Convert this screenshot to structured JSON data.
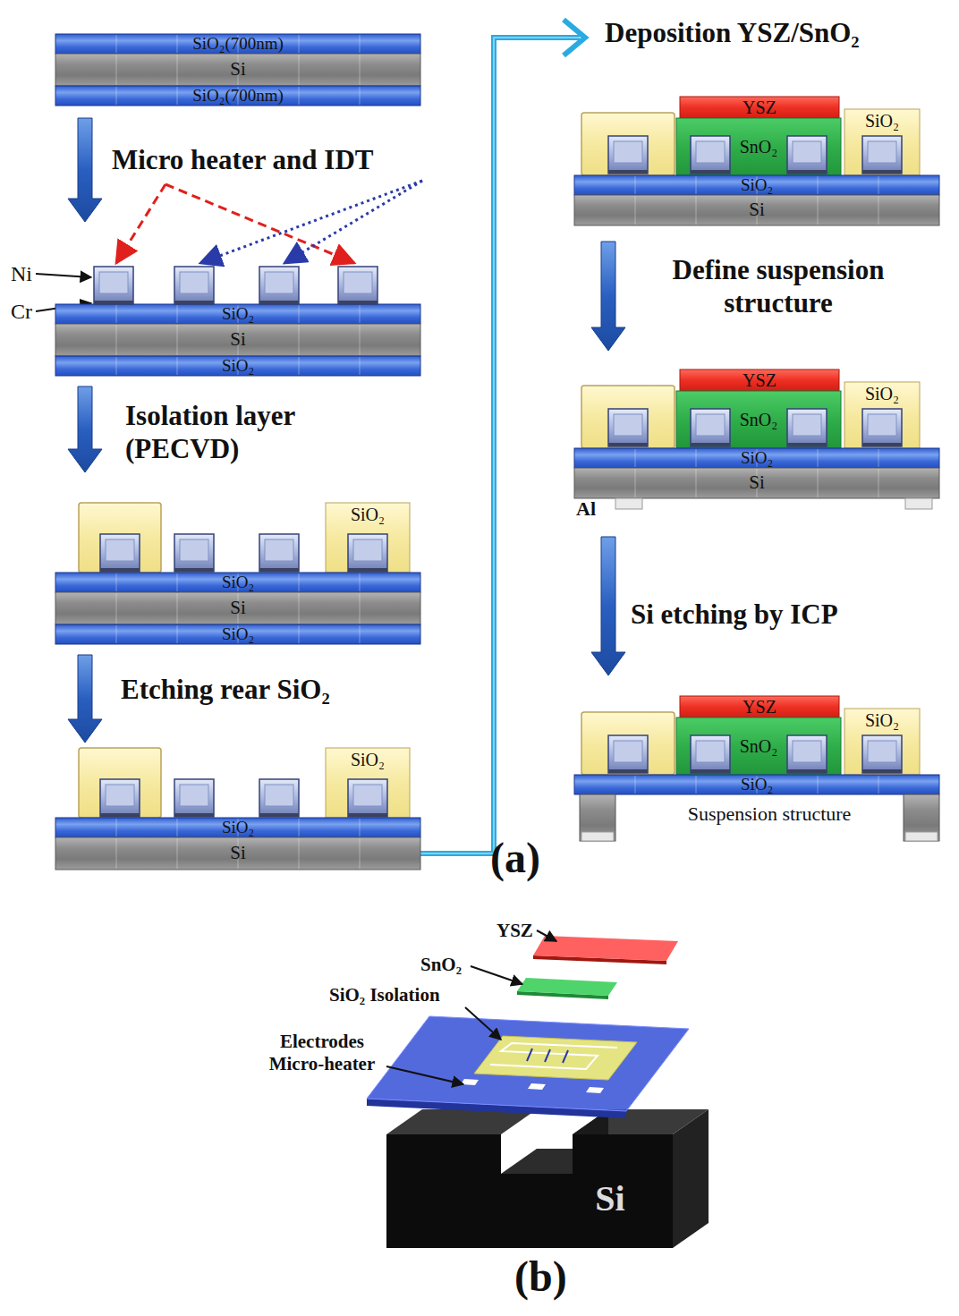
{
  "diagram": {
    "nodes": [
      {
        "text": [
          "SiO₂(700nm)"
        ]
      },
      {
        "text": [
          "Si"
        ]
      },
      {
        "text": [
          "SiO₂(700nm)"
        ]
      },
      {
        "text": [
          "SiO₂"
        ]
      },
      {
        "text": [
          "Si"
        ]
      },
      {
        "text": [
          "SiO₂"
        ]
      },
      {
        "text": [
          "SiO₂"
        ]
      },
      {
        "text": [
          "SiO₂"
        ]
      },
      {
        "text": [
          "Si"
        ]
      },
      {
        "text": [
          "SiO₂"
        ]
      },
      {
        "text": [
          "SiO₂"
        ]
      },
      {
        "text": [
          "SiO₂"
        ]
      },
      {
        "text": [
          "Si"
        ]
      },
      {
        "text": [
          "YSZ"
        ]
      },
      {
        "text": [
          "SiO₂"
        ]
      },
      {
        "text": [
          "SnO₂"
        ]
      },
      {
        "text": [
          "SiO₂"
        ]
      },
      {
        "text": [
          "Si"
        ]
      },
      {
        "text": [
          "YSZ"
        ]
      },
      {
        "text": [
          "SiO₂"
        ]
      },
      {
        "text": [
          "SnO₂"
        ]
      },
      {
        "text": [
          "SiO₂"
        ]
      },
      {
        "text": [
          "Si"
        ]
      },
      {
        "text": [
          "YSZ"
        ]
      },
      {
        "text": [
          "SiO₂"
        ]
      },
      {
        "text": [
          "SnO₂"
        ]
      },
      {
        "text": [
          "SiO₂"
        ]
      },
      {
        "text": [
          "Si"
        ]
      }
    ],
    "labels": [
      "Micro heater and IDT",
      "Ni",
      "Cr",
      "Isolation layer (PECVD)",
      "Etching rear SiO₂",
      "Deposition YSZ/SnO₂",
      "Define suspension structure",
      "Al",
      "Si etching by ICP",
      "Suspension structure",
      "(a)",
      "YSZ",
      "SnO₂",
      "SiO₂ Isolation",
      "Electrodes Micro-heater",
      "(b)"
    ]
  }
}
